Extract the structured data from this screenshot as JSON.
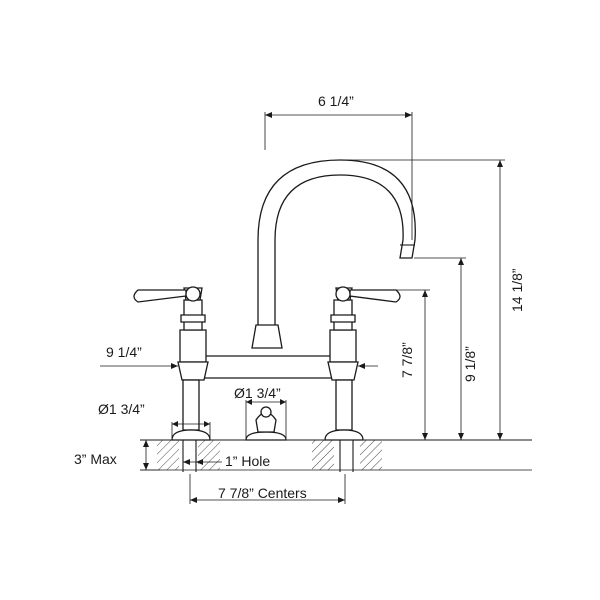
{
  "diagram": {
    "labels": {
      "spout_reach": "6  1/4”",
      "total_height": "14  1/8”",
      "spout_height": "9  1/8”",
      "handle_height": "7 7/8”",
      "bridge_width": "9  1/4”",
      "center_diameter": "Ø1  3/4”",
      "base_diameter": "Ø1  3/4”",
      "max_deck": "3” Max",
      "hole": "1” Hole",
      "centers": "7 7/8” Centers"
    },
    "colors": {
      "line": "#1a1a1a",
      "background": "#ffffff"
    }
  }
}
